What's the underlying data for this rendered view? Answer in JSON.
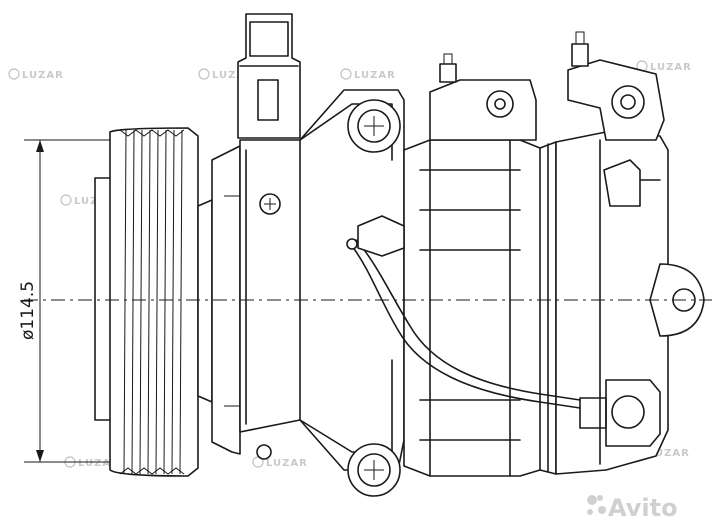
{
  "dimension": {
    "label": "ø114.5"
  },
  "watermarks": {
    "brand": "LUZAR"
  },
  "corner_badge": {
    "text": "Avito"
  }
}
